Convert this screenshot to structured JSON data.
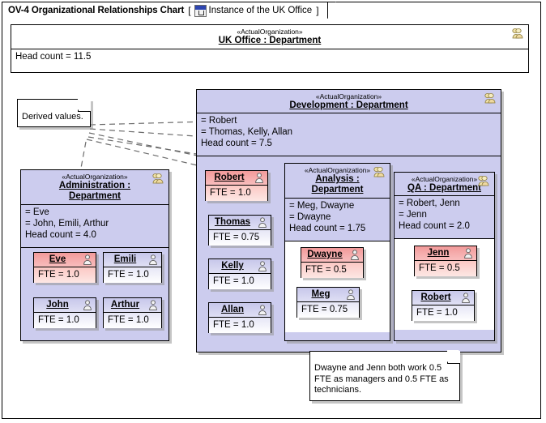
{
  "titlebar": {
    "chart_title": "OV-4 Organizational Relationships Chart",
    "bracket_open": "[",
    "bracket_close": "]",
    "instance_label": "Instance of the UK Office",
    "instance_icon": "instance-diagram-icon"
  },
  "stereotype": "«ActualOrganization»",
  "icons": {
    "group": "organization-group-icon",
    "person": "person-figure-icon"
  },
  "colors": {
    "org_fill": "#ccccee",
    "manager_fill": "#f29a9a",
    "person_fill": "#c7c7ea",
    "frame_border": "#000000",
    "link_line": "#6b6b6b"
  },
  "root_org": {
    "stereotype": "«ActualOrganization»",
    "name": "UK Office : Department",
    "attributes": [
      "Head count = 11.5"
    ]
  },
  "orgs": [
    {
      "id": "administration",
      "stereotype": "«ActualOrganization»",
      "name_line1": "Administration :",
      "name_line2": "Department",
      "attributes": [
        "= Eve",
        "= John, Emili, Arthur",
        "Head count = 4.0"
      ],
      "members": [
        {
          "name": "Eve",
          "fte": "FTE = 1.0",
          "manager": true
        },
        {
          "name": "Emili",
          "fte": "FTE = 1.0",
          "manager": false
        },
        {
          "name": "John",
          "fte": "FTE = 1.0",
          "manager": false
        },
        {
          "name": "Arthur",
          "fte": "FTE = 1.0",
          "manager": false
        }
      ]
    },
    {
      "id": "development",
      "stereotype": "«ActualOrganization»",
      "name_line1": "Development : Department",
      "name_line2": "",
      "attributes": [
        "= Robert",
        "= Thomas, Kelly, Allan",
        "Head count = 7.5"
      ],
      "members": [
        {
          "name": "Robert",
          "fte": "FTE = 1.0",
          "manager": true
        },
        {
          "name": "Thomas",
          "fte": "FTE = 0.75",
          "manager": false
        },
        {
          "name": "Kelly",
          "fte": "FTE = 1.0",
          "manager": false
        },
        {
          "name": "Allan",
          "fte": "FTE = 1.0",
          "manager": false
        }
      ]
    },
    {
      "id": "analysis",
      "stereotype": "«ActualOrganization»",
      "name_line1": "Analysis :",
      "name_line2": "Department",
      "attributes": [
        "= Meg, Dwayne",
        "= Dwayne",
        "Head count = 1.75"
      ],
      "members": [
        {
          "name": "Dwayne",
          "fte": "FTE = 0.5",
          "manager": true
        },
        {
          "name": "Meg",
          "fte": "FTE = 0.75",
          "manager": false
        }
      ]
    },
    {
      "id": "qa",
      "stereotype": "«ActualOrganization»",
      "name_line1": "QA : Department",
      "name_line2": "",
      "attributes": [
        "= Robert, Jenn",
        "= Jenn",
        "Head count = 2.0"
      ],
      "members": [
        {
          "name": "Jenn",
          "fte": "FTE = 0.5",
          "manager": true
        },
        {
          "name": "Robert",
          "fte": "FTE = 1.0",
          "manager": false
        }
      ]
    }
  ],
  "notes": [
    {
      "id": "derived-values-note",
      "text": "Derived values."
    },
    {
      "id": "fte-explanation-note",
      "text": "Dwayne and Jenn both work 0.5 FTE as managers and 0.5 FTE as technicians."
    }
  ]
}
